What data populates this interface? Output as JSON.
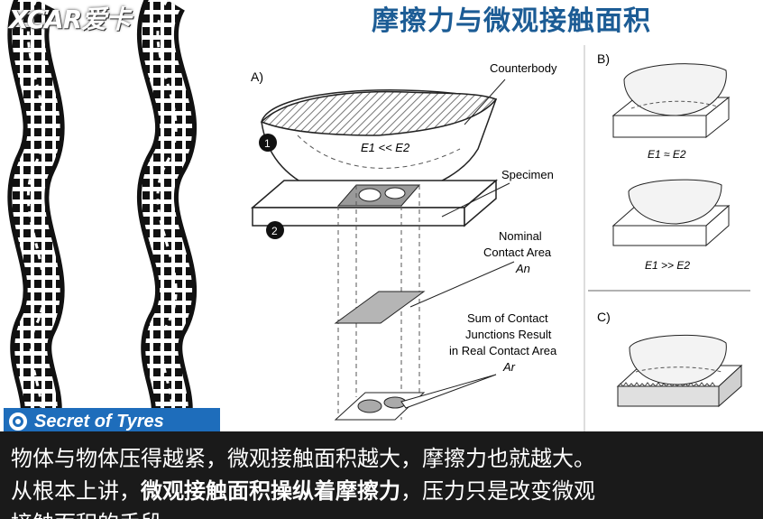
{
  "header": {
    "logo_text": "XCAR爱卡",
    "title": "摩擦力与微观接触面积"
  },
  "brand": {
    "label": "Secret of Tyres"
  },
  "diagram": {
    "panel_a": {
      "label": "A)",
      "counterbody": "Counterbody",
      "specimen": "Specimen",
      "nominal_line1": "Nominal",
      "nominal_line2": "Contact  Area",
      "nominal_symbol": "An",
      "sum_line1": "Sum of Contact",
      "sum_line2": "Junctions Result",
      "sum_line3": "in Real Contact Area",
      "sum_symbol": "Ar",
      "relation": "E1 << E2",
      "marker_1": "1",
      "marker_2": "2"
    },
    "panel_b": {
      "label": "B)",
      "relation_top": "E1 ≈ E2",
      "relation_bottom": "E1 >> E2"
    },
    "panel_c": {
      "label": "C)"
    }
  },
  "caption": {
    "line1": "物体与物体压得越紧，微观接触面积越大，摩擦力也就越大。",
    "line2_prefix": "从根本上讲，",
    "line2_bold": "微观接触面积操纵着摩擦力",
    "line2_suffix": "，压力只是改变微观",
    "line3": "接触面积的手段。"
  },
  "colors": {
    "title_blue": "#1c5c95",
    "brand_blue": "#1e6dbb",
    "caption_bg": "#1a1a1a",
    "caption_text": "#ffffff"
  }
}
